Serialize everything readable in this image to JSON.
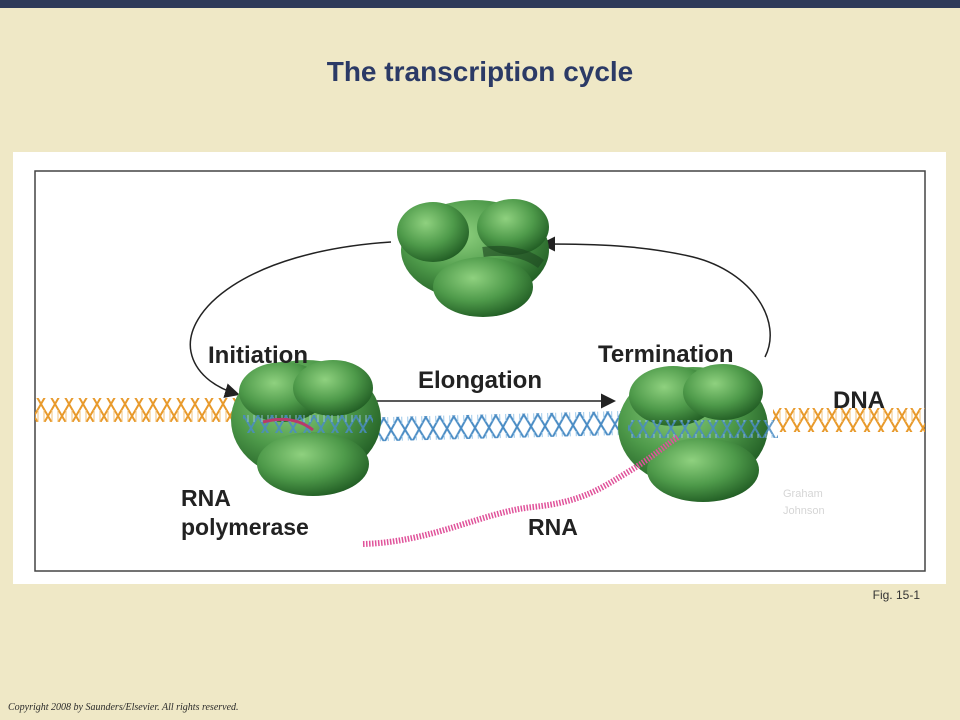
{
  "slide": {
    "title": "The transcription cycle",
    "figure_label": "Fig. 15-1",
    "copyright": "Copyright 2008 by Saunders/Elsevier. All rights reserved."
  },
  "diagram": {
    "labels": {
      "initiation": "Initiation",
      "elongation": "Elongation",
      "termination": "Termination",
      "dna": "DNA",
      "rna_polymerase_line1": "RNA",
      "rna_polymerase_line2": "polymerase",
      "rna": "RNA"
    },
    "watermark_line1": "Graham",
    "watermark_line2": "Johnson",
    "colors": {
      "top_bar": "#2e3a59",
      "title": "#2b3a66",
      "background": "#efe8c6",
      "polymerase": "#4e9a4a",
      "dna_outer": "#e89a2c",
      "dna_inner": "#5aa0d2",
      "rna": "#e0529a"
    }
  }
}
